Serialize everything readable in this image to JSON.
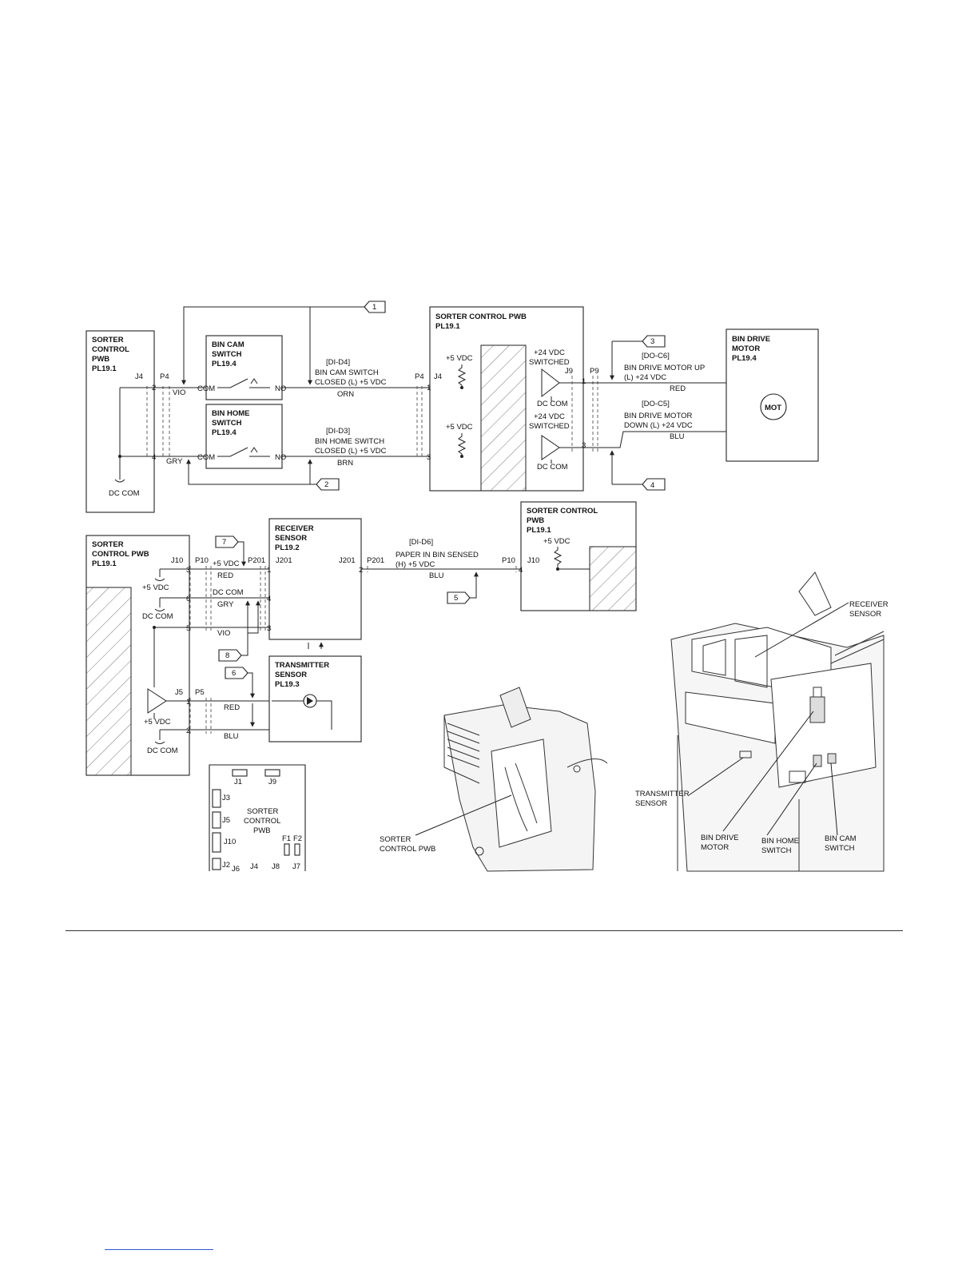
{
  "callouts": [
    "1",
    "2",
    "3",
    "4",
    "5",
    "6",
    "7",
    "8"
  ],
  "top_left_pwb": {
    "lines": [
      "SORTER",
      "CONTROL",
      "PWB",
      "PL19.1"
    ],
    "j": "J4",
    "p": "P4",
    "pin2": "2",
    "pin4": "4",
    "wire_vio": "VIO",
    "wire_gry": "GRY",
    "gnd": "DC COM"
  },
  "bin_cam_switch": {
    "lines": [
      "BIN CAM",
      "SWITCH",
      "PL19.4"
    ],
    "com": "COM",
    "no": "NO"
  },
  "bin_home_switch": {
    "lines": [
      "BIN HOME",
      "SWITCH",
      "PL19.4"
    ],
    "com": "COM",
    "no": "NO"
  },
  "sig_d4": {
    "code": "[DI-D4]",
    "l1": "BIN CAM SWITCH",
    "l2": "CLOSED (L) +5 VDC",
    "wire": "ORN"
  },
  "sig_d3": {
    "code": "[DI-D3]",
    "l1": "BIN HOME SWITCH",
    "l2": "CLOSED (L) +5 VDC",
    "wire": "BRN"
  },
  "center_pwb": {
    "lines": [
      "SORTER CONTROL PWB",
      "PL19.1"
    ],
    "p4": "P4",
    "j4": "J4",
    "pin1": "1",
    "pin3": "3",
    "vdc1": "+5 VDC",
    "vdc2": "+5 VDC",
    "sw1": [
      "+24 VDC",
      "SWITCHED"
    ],
    "sw2": [
      "+24 VDC",
      "SWITCHED"
    ],
    "dccom1": "DC COM",
    "dccom2": "DC COM",
    "j9": "J9",
    "p9": "P9",
    "p9pin1": "1",
    "p9pin3": "3"
  },
  "sig_c6": {
    "code": "[DO-C6]",
    "l1": "BIN DRIVE MOTOR UP",
    "l2": "(L) +24 VDC",
    "wire": "RED"
  },
  "sig_c5": {
    "code": "[DO-C5]",
    "l1": "BIN DRIVE MOTOR",
    "l2": "DOWN (L) +24 VDC",
    "wire": "BLU"
  },
  "bin_drive_motor": {
    "lines": [
      "BIN DRIVE",
      "MOTOR",
      "PL19.4"
    ],
    "mot": "MOT"
  },
  "lower_pwb": {
    "lines": [
      "SORTER",
      "CONTROL PWB",
      "PL19.1"
    ],
    "j10": "J10",
    "p10": "P10",
    "p201": "P201",
    "pin3": "3",
    "pin6": "6",
    "pin5": "5",
    "vdc": "+5 VDC",
    "dccom": "DC COM",
    "j5": "J5",
    "p5": "P5",
    "j5pin1": "1",
    "j5pin2": "2",
    "drv_vdc": "+5 VDC",
    "drv_com": "DC COM"
  },
  "lower_wires": {
    "w1a": "+5 VDC",
    "w1b": "RED",
    "w2a": "DC COM",
    "w2b": "GRY",
    "w3": "VIO",
    "t_red": "RED",
    "t_blu": "BLU"
  },
  "receiver_sensor": {
    "lines": [
      "RECEIVER",
      "SENSOR",
      "PL19.2"
    ],
    "j201a": "J201",
    "j201b": "J201",
    "pin1": "1",
    "pin4": "4",
    "pin3": "3",
    "pin2": "2",
    "p201": "P201"
  },
  "sig_d6": {
    "code": "[DI-D6]",
    "l1": "PAPER IN BIN SENSED",
    "l2": "(H) +5 VDC",
    "wire": "BLU"
  },
  "right_pwb": {
    "lines": [
      "SORTER CONTROL",
      "PWB",
      "PL19.1"
    ],
    "vdc": "+5 VDC",
    "p10": "P10",
    "j10": "J10",
    "pin4": "4"
  },
  "transmitter_sensor": {
    "lines": [
      "TRANSMITTER",
      "SENSOR",
      "PL19.3"
    ]
  },
  "board_layout": {
    "title": [
      "SORTER",
      "CONTROL",
      "PWB"
    ],
    "j1": "J1",
    "j9": "J9",
    "j3": "J3",
    "j5": "J5",
    "j10": "J10",
    "j2": "J2",
    "j6": "J6",
    "j4": "J4",
    "j8": "J8",
    "j7": "J7",
    "f1": "F1",
    "f2": "F2"
  },
  "illustration_labels": {
    "sorter_pwb": [
      "SORTER",
      "CONTROL PWB"
    ],
    "receiver": [
      "RECEIVER",
      "SENSOR"
    ],
    "transmitter": [
      "TRANSMITTER",
      "SENSOR"
    ],
    "drive_motor": [
      "BIN DRIVE",
      "MOTOR"
    ],
    "home_switch": [
      "BIN HOME",
      "SWITCH"
    ],
    "cam_switch": [
      "BIN CAM",
      "SWITCH"
    ]
  }
}
